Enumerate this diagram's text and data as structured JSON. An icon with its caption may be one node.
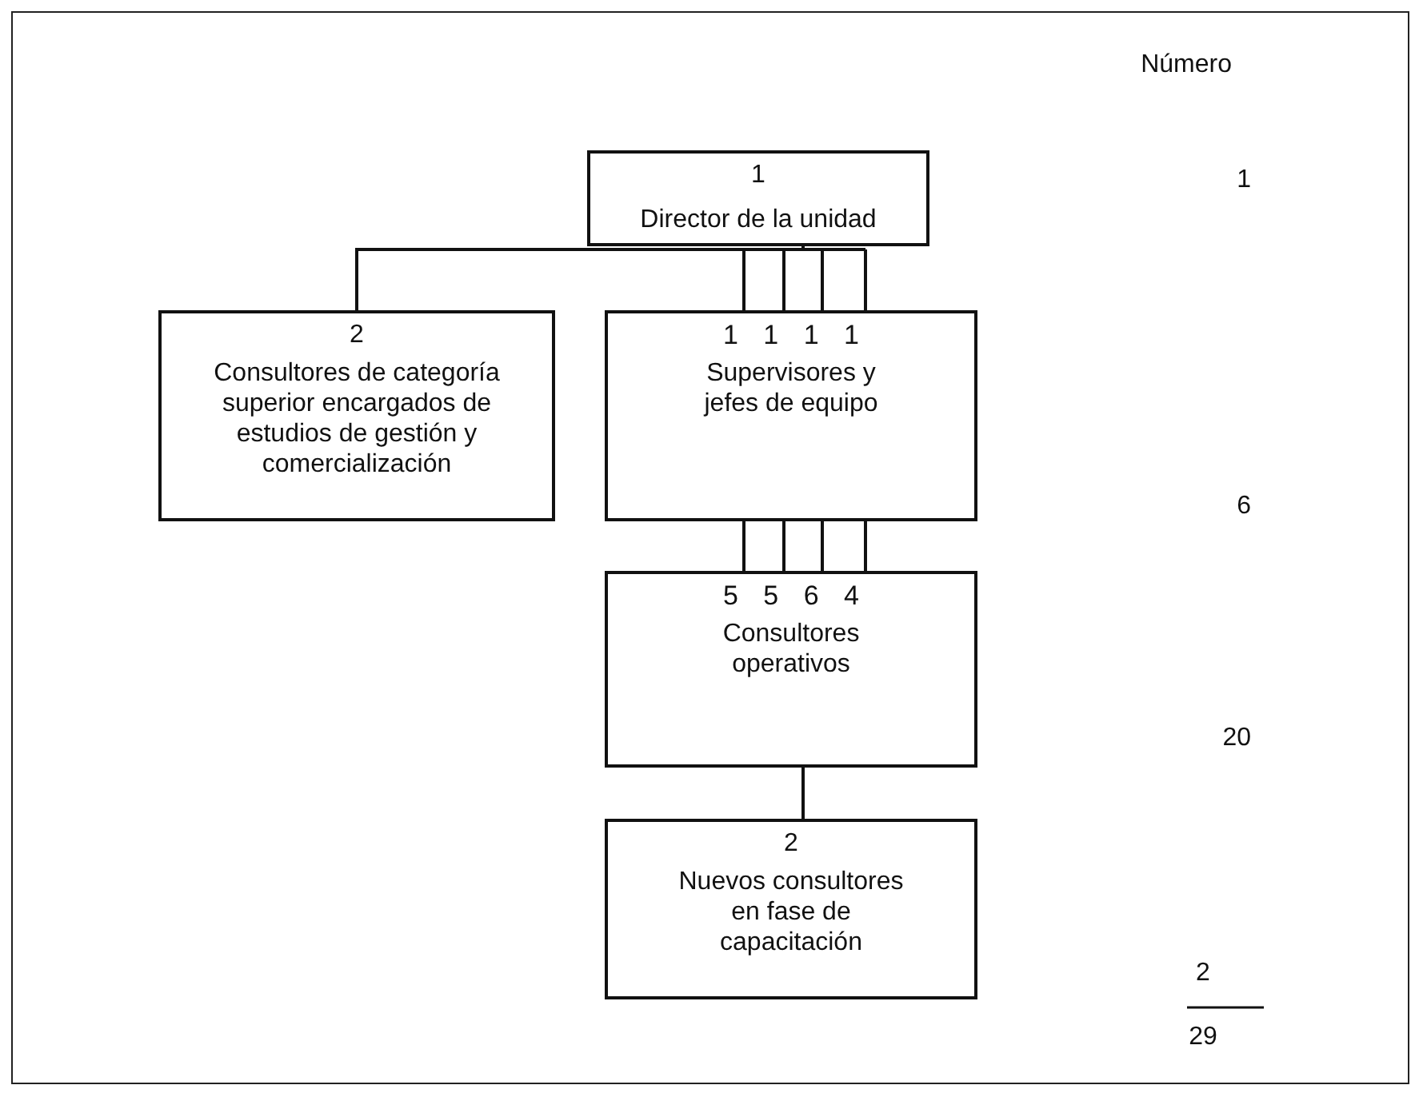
{
  "diagram": {
    "nodes": [
      {
        "text": [
          "1",
          "Director de la unidad"
        ]
      },
      {
        "text": [
          "2",
          "Consultores de categoría superior encargados de estudios de gestión y comercialización"
        ]
      },
      {
        "text": [
          "1 1 1 1",
          "Supervisores y jefes de equipo"
        ]
      },
      {
        "text": [
          "5 5 6 4",
          "Consultores operativos"
        ]
      },
      {
        "text": [
          "2",
          "Nuevos consultores en fase de capacitación"
        ]
      }
    ],
    "edges": [
      {
        "from": 0,
        "to": 1,
        "arrow": "none"
      },
      {
        "from": 0,
        "to": 2,
        "arrow": "none"
      },
      {
        "from": 2,
        "to": 3,
        "arrow": "none"
      },
      {
        "from": 3,
        "to": 4,
        "arrow": "none"
      }
    ],
    "labels": [
      "Número",
      "1",
      "6",
      "20",
      "2",
      "29"
    ]
  }
}
